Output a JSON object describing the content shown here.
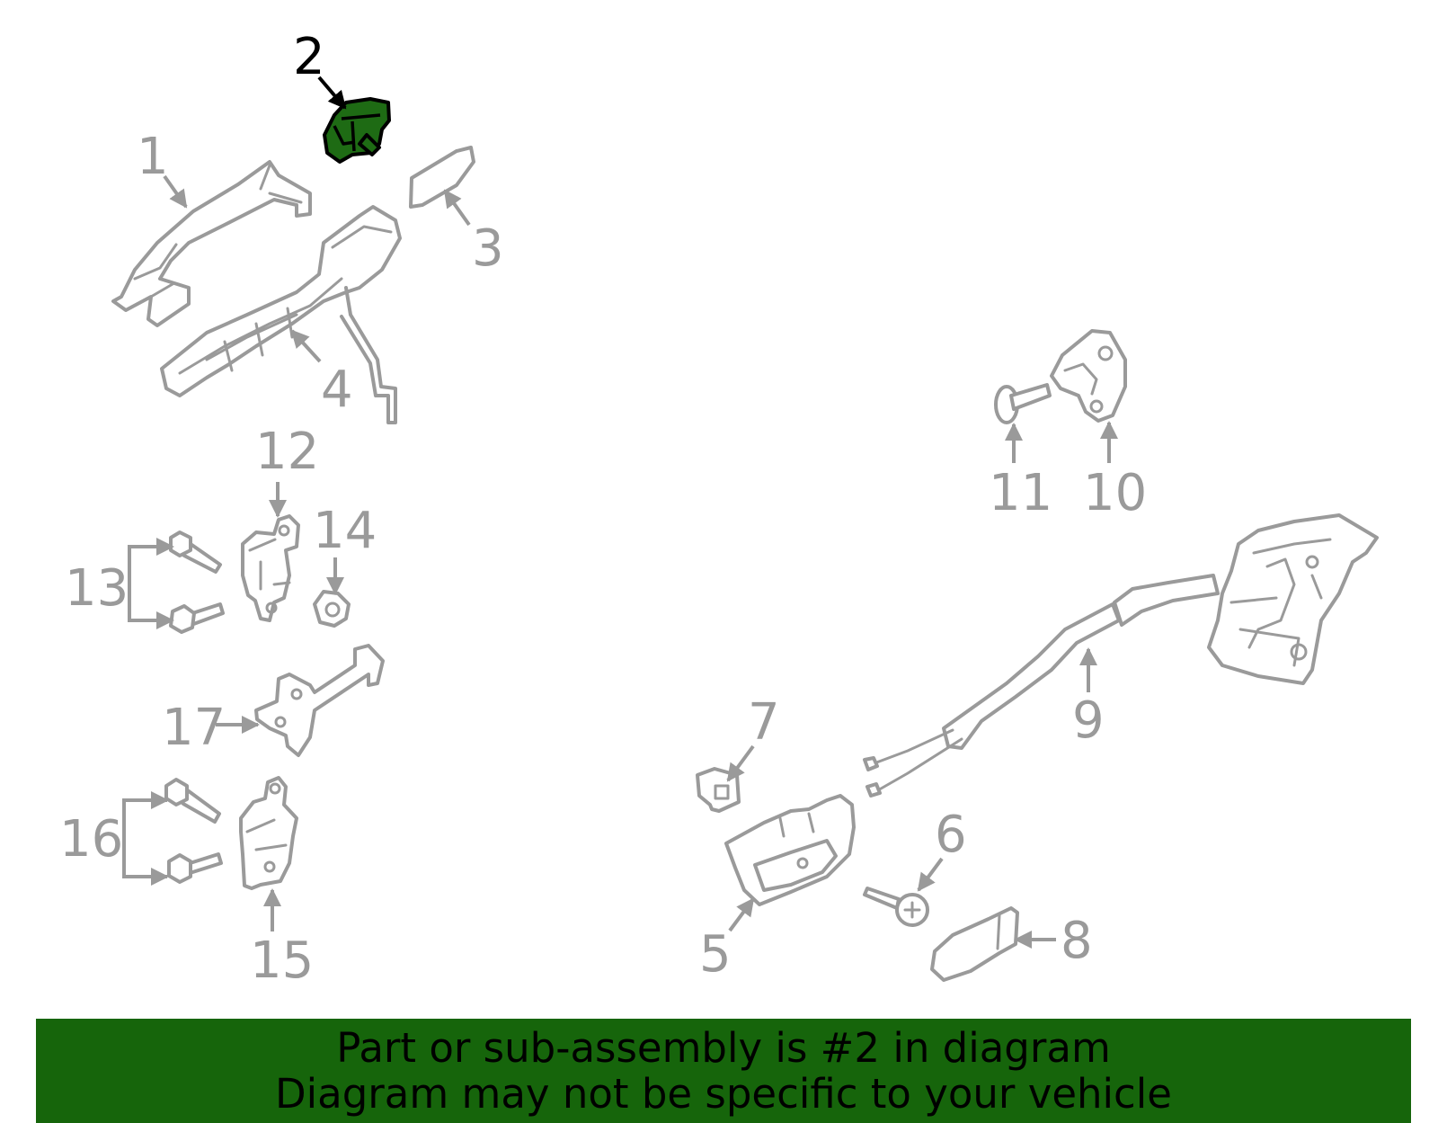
{
  "callouts": {
    "c1": "1",
    "c2": "2",
    "c3": "3",
    "c4": "4",
    "c5": "5",
    "c6": "6",
    "c7": "7",
    "c8": "8",
    "c9": "9",
    "c10": "10",
    "c11": "11",
    "c12": "12",
    "c13": "13",
    "c14": "14",
    "c15": "15",
    "c16": "16",
    "c17": "17"
  },
  "highlighted_part": "2",
  "colors": {
    "highlight_fill": "#1e6b14",
    "banner_background": "#16650b",
    "line_art": "#9a9a9a"
  },
  "banner": {
    "line1": "Part or sub-assembly is #2 in diagram",
    "line2": "Diagram may not be specific to your vehicle"
  }
}
